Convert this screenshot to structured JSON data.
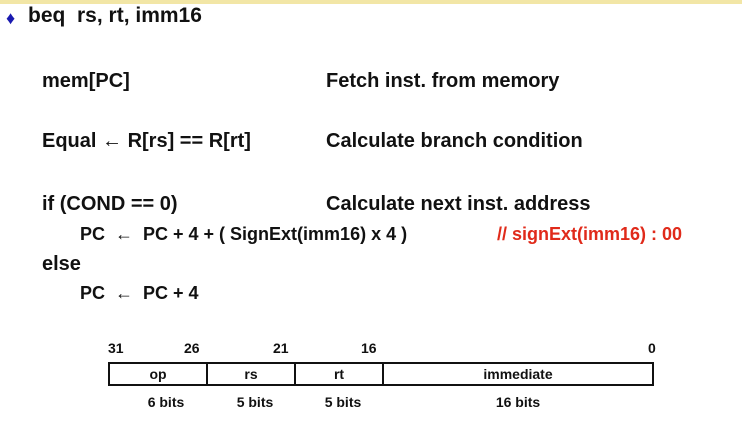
{
  "title": "beq  rs, rt, imm16",
  "bullet_icon": "diamond-bullet",
  "lines": {
    "fetch_left": "mem[PC]",
    "fetch_right": "Fetch inst. from memory",
    "cond_left": "Equal ← R[rs] == R[rt]",
    "cond_right": "Calculate branch condition",
    "if_left": "if (COND == 0)",
    "if_right": "Calculate next inst. address",
    "pc_branch": "PC  ←  PC + 4 + ( SignExt(imm16) x 4 )",
    "pc_comment": "// signExt(imm16) : 00",
    "else": "else",
    "pc_next": "PC  ←  PC + 4"
  },
  "format": {
    "bit_positions": [
      "31",
      "26",
      "21",
      "16",
      "0"
    ],
    "fields": [
      {
        "name": "op",
        "size": "6 bits"
      },
      {
        "name": "rs",
        "size": "5 bits"
      },
      {
        "name": "rt",
        "size": "5 bits"
      },
      {
        "name": "immediate",
        "size": "16 bits"
      }
    ]
  },
  "colors": {
    "comment": "#e02a1a",
    "bullet": "#1a1ab0"
  }
}
